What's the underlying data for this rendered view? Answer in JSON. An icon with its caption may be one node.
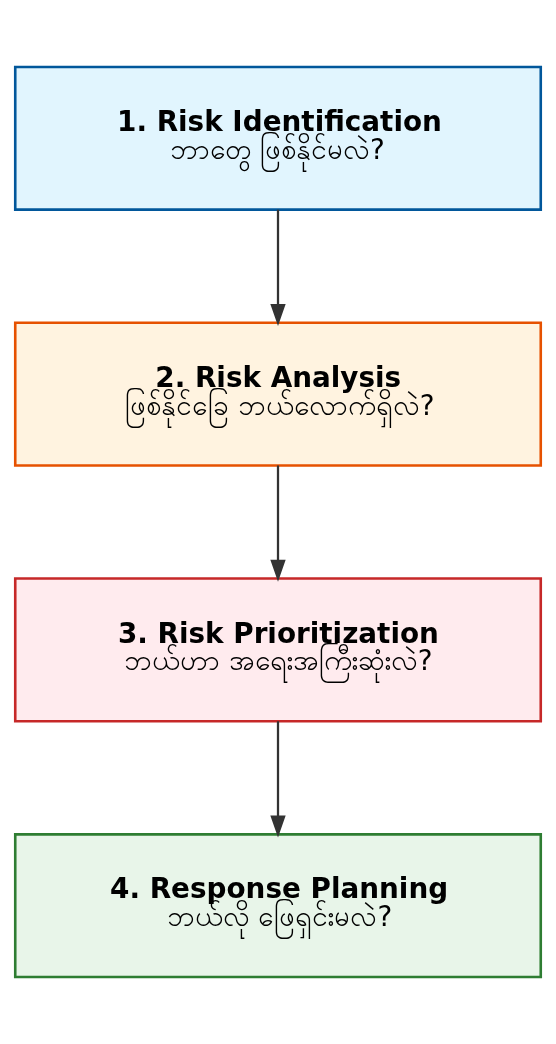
{
  "diagram": {
    "nodes": [
      {
        "text": [
          "1. Risk Identification",
          "ဘာတွေ ဖြစ်နိုင်မလဲ?"
        ]
      },
      {
        "text": [
          "2. Risk Analysis",
          "ဖြစ်နိုင်ခြေ ဘယ်လောက်ရှိလဲ?"
        ]
      },
      {
        "text": [
          "3. Risk Prioritization",
          "ဘယ်ဟာ အရေးအကြီးဆုံးလဲ?"
        ]
      },
      {
        "text": [
          "4. Response Planning",
          "ဘယ်လို ဖြေရှင်းမလဲ?"
        ]
      }
    ],
    "edges": [
      {
        "from": 0,
        "to": 1,
        "arrow": "to"
      },
      {
        "from": 1,
        "to": 2,
        "arrow": "to"
      },
      {
        "from": 2,
        "to": 3,
        "arrow": "to"
      }
    ]
  }
}
